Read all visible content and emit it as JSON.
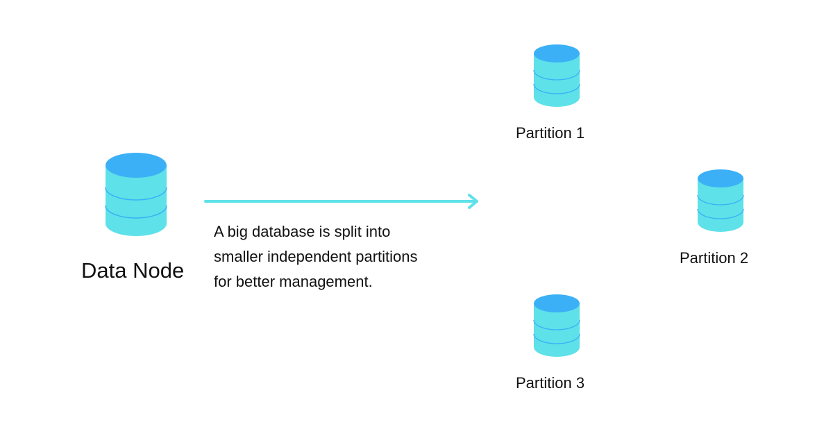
{
  "data_node": {
    "label": "Data Node",
    "icon": "database-icon"
  },
  "arrow": {
    "icon": "arrow-right-icon",
    "caption_lines": [
      "A big database is split into",
      "smaller independent partitions",
      "for better management."
    ]
  },
  "partitions": [
    {
      "label": "Partition 1",
      "icon": "database-icon"
    },
    {
      "label": "Partition 2",
      "icon": "database-icon"
    },
    {
      "label": "Partition 3",
      "icon": "database-icon"
    }
  ],
  "colors": {
    "db_top": "#3bb0f7",
    "db_body": "#5ee1e8",
    "db_line": "#3bb0f7",
    "arrow": "#5ee1e8",
    "text": "#111111",
    "background": "#ffffff"
  }
}
